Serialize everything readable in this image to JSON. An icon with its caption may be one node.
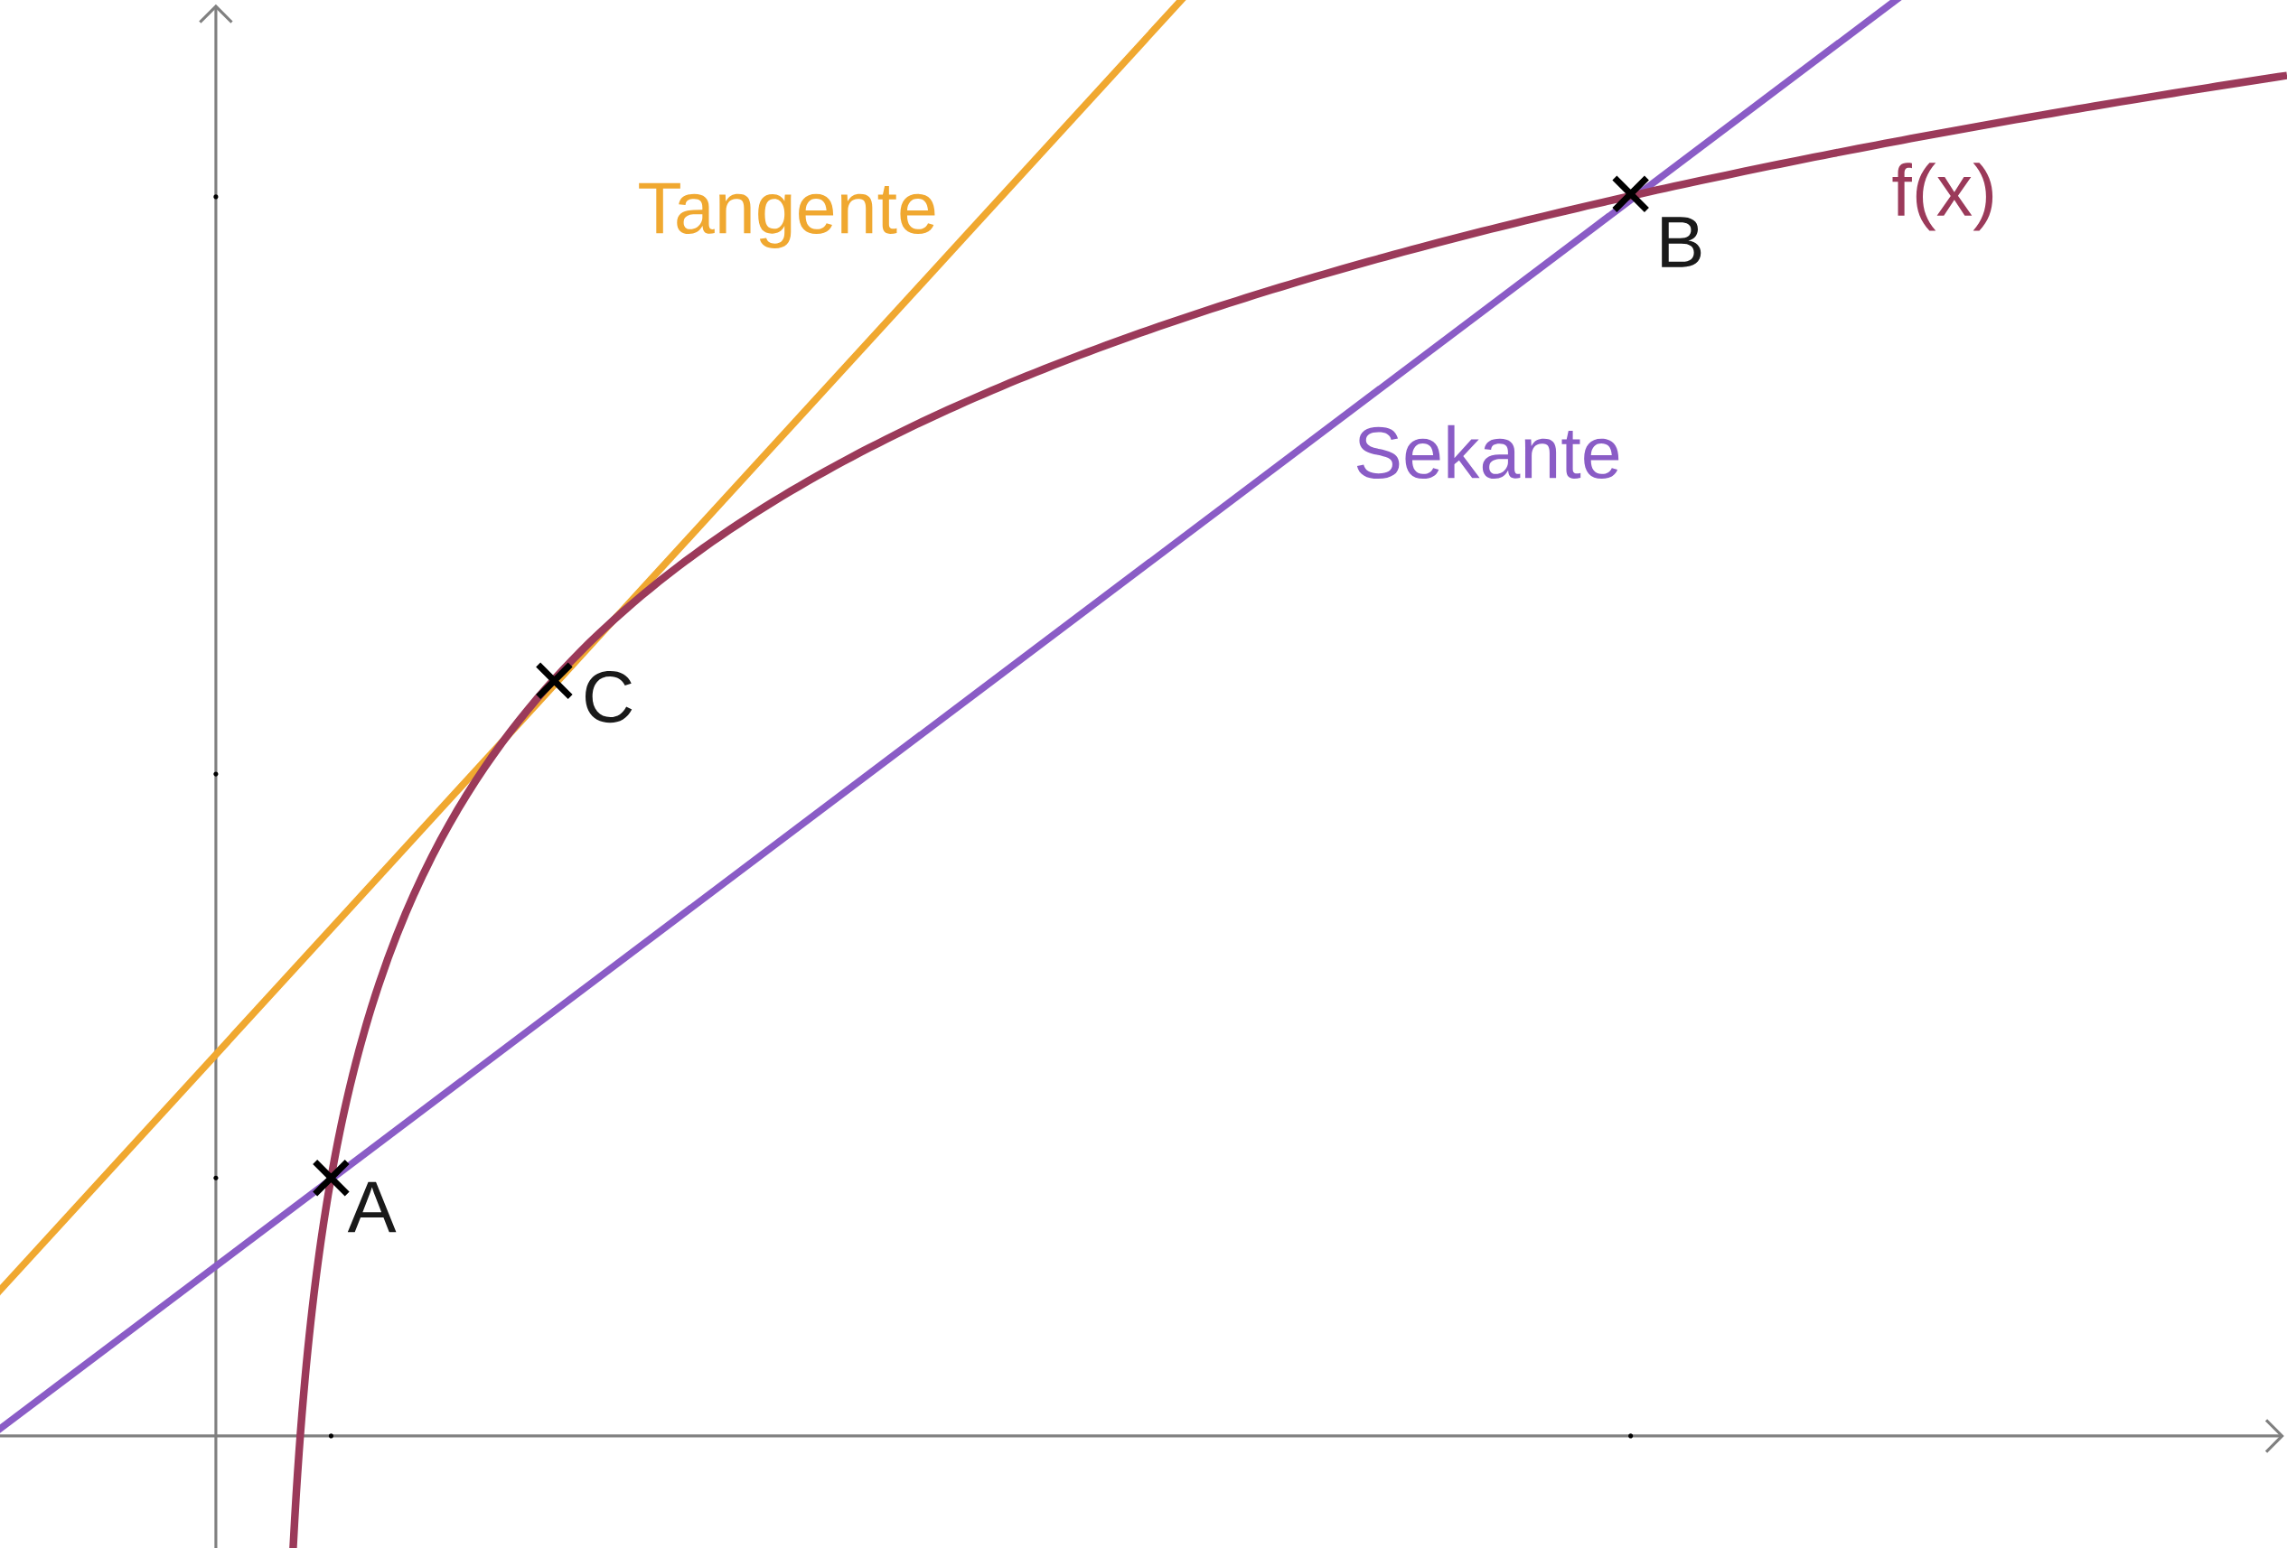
{
  "diagram": {
    "labels": [
      "Tangente",
      "f(x)",
      "B",
      "Sekante",
      "C",
      "A"
    ]
  }
}
